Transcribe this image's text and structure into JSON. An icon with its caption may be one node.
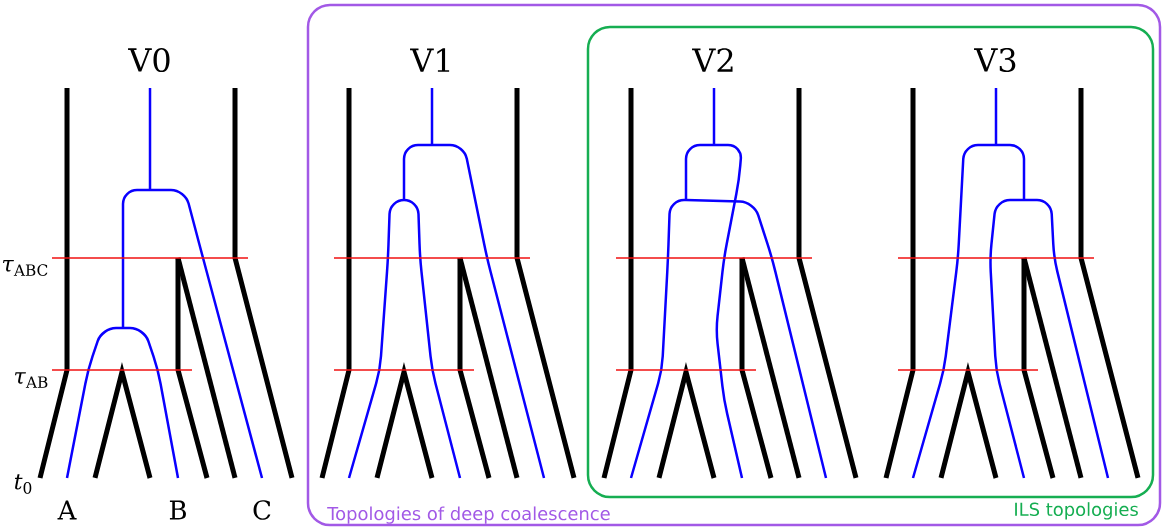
{
  "diagram": {
    "nodes": [
      {
        "text": [
          "Topologies of deep coalescence"
        ]
      },
      {
        "text": [
          "ILS topologies"
        ],
        "in": 0
      }
    ],
    "labels": [
      "V0",
      "V1",
      "V2",
      "V3",
      "*τ*$_{ABC}$",
      "*τ*$_{AB}$",
      "*t*$_{0}$",
      "A",
      "B",
      "C"
    ]
  }
}
